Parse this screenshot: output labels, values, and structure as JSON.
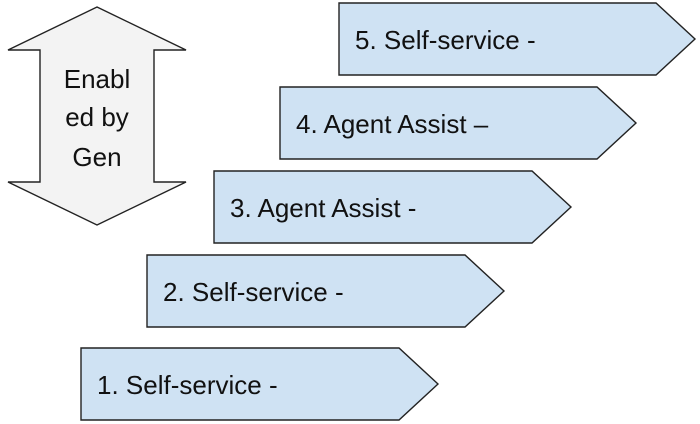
{
  "diagram": {
    "double_arrow": {
      "lines": [
        "Enabl",
        "ed by",
        "Gen"
      ]
    },
    "steps": [
      {
        "label": "5. Self-service -"
      },
      {
        "label": "4. Agent Assist –"
      },
      {
        "label": "3. Agent Assist -"
      },
      {
        "label": "2. Self-service -"
      },
      {
        "label": "1. Self-service -"
      }
    ],
    "colors": {
      "step_fill": "#cfe2f3",
      "double_arrow_fill": "#f3f3f3",
      "outline": "#222222"
    }
  }
}
